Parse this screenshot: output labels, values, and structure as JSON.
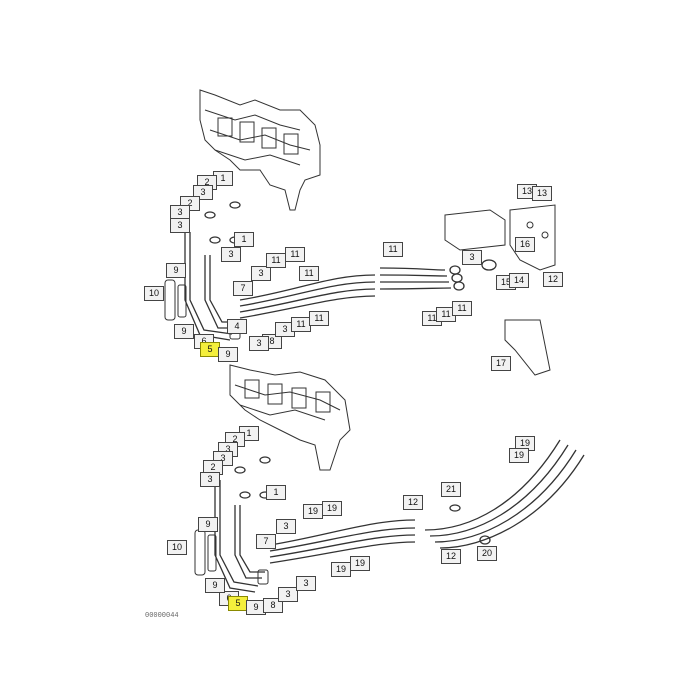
{
  "diagram": {
    "highlight_color": "#f4ef3c",
    "line_color": "#333333",
    "top_section": {
      "callouts": [
        "1",
        "2",
        "3",
        "2",
        "3",
        "3",
        "1",
        "3",
        "9",
        "10",
        "7",
        "6",
        "3",
        "5",
        "9",
        "8",
        "3",
        "3",
        "11",
        "11",
        "11",
        "11",
        "11",
        "11",
        "11",
        "11",
        "11",
        "3",
        "15",
        "14",
        "16",
        "13",
        "13",
        "12",
        "17",
        "9",
        "4"
      ],
      "highlighted_callout": "5"
    },
    "bottom_section": {
      "callouts": [
        "1",
        "2",
        "3",
        "3",
        "2",
        "3",
        "1",
        "9",
        "10",
        "6",
        "5",
        "9",
        "8",
        "3",
        "3",
        "3",
        "19",
        "19",
        "19",
        "19",
        "19",
        "19",
        "12",
        "12",
        "21",
        "20",
        "9",
        "7"
      ],
      "highlighted_callout": "5"
    },
    "footer_code": "00000044"
  }
}
